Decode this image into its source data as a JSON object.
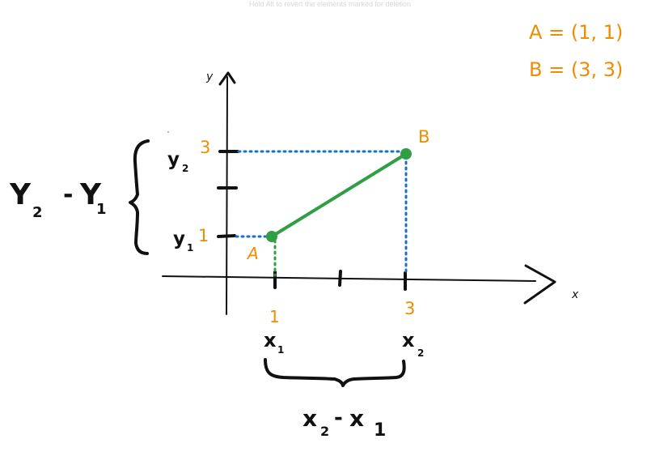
{
  "hint": "Hold Alt to revert the elements marked for deletion",
  "colors": {
    "ink": "#111111",
    "orange": "#f08c00",
    "blue": "#1971c2",
    "green": "#2f9e44",
    "hint": "#d7d7d7"
  },
  "points": {
    "A_definition": "A = (1, 1)",
    "B_definition": "B = (3, 3)",
    "A_label": "A",
    "B_label": "B"
  },
  "axes": {
    "x_name": "x",
    "y_name": "y",
    "x_tick_1": "1",
    "x_tick_3": "3",
    "y_tick_1": "1",
    "y_tick_3": "3"
  },
  "annotations": {
    "x1": "x",
    "x1_sub": "1",
    "x2": "x",
    "x2_sub": "2",
    "y1": "y",
    "y1_sub": "1",
    "y2": "y",
    "y2_sub": "2",
    "dx_x2": "x",
    "dx_x2_sub": "2",
    "dx_minus": "-",
    "dx_x1": "x",
    "dx_x1_sub": "1",
    "dy_y2": "Y",
    "dy_y2_sub": "2",
    "dy_minus": "-",
    "dy_y1": "Y",
    "dy_y1_sub": "1"
  }
}
